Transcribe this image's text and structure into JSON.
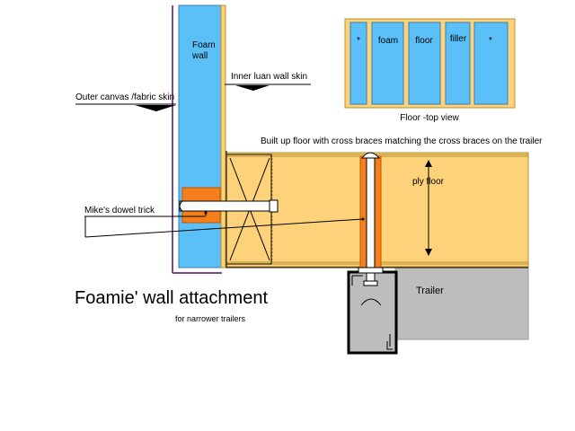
{
  "labels": {
    "foam_wall": [
      "Foam",
      "wall"
    ],
    "inner_luan": "Inner luan wall skin",
    "outer_canvas": "Outer canvas /fabric skin",
    "floor_top_view": "Floor -top view",
    "built_up_floor": "Built up floor  with cross braces matching the cross braces on the trailer",
    "ply_floor": "ply floor",
    "dowel_trick": "Mike's dowel trick",
    "trailer": "Trailer",
    "title": "Foamie' wall attachment",
    "subtitle": "for narrower trailers"
  },
  "floor_top_view_panels": [
    "*",
    "foam",
    "floor",
    "filler",
    "*"
  ],
  "colors": {
    "foam_blue": "#5bc0f8",
    "wood": "#fdd27a",
    "wood_stroke": "#b89030",
    "orange": "#f57f1c",
    "trailer_gray": "#bdbdbd",
    "wall_purple": "#7a4a8a"
  }
}
